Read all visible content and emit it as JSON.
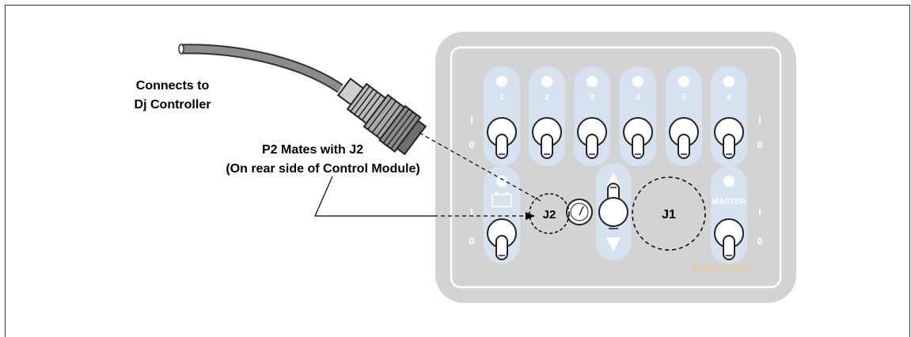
{
  "labels": {
    "connects_to": "Connects to",
    "dj_controller": "Dj Controller",
    "p2_mates": "P2 Mates with J2",
    "rear_side": "(On rear side of Control Module)",
    "j2": "J2",
    "j1": "J1"
  },
  "panel": {
    "switch_numbers": [
      "1",
      "2",
      "3",
      "4",
      "5",
      "6"
    ],
    "on_mark": "I",
    "off_mark": "0",
    "master_label": "MASTER",
    "brand_left": "",
    "brand_right": "Boom Control"
  },
  "colors": {
    "panel_gray": "#d3d3d3",
    "switch_track": "#d7e2f0",
    "accent_orange": "#f2c67a",
    "toggle_stroke": "#222222"
  }
}
